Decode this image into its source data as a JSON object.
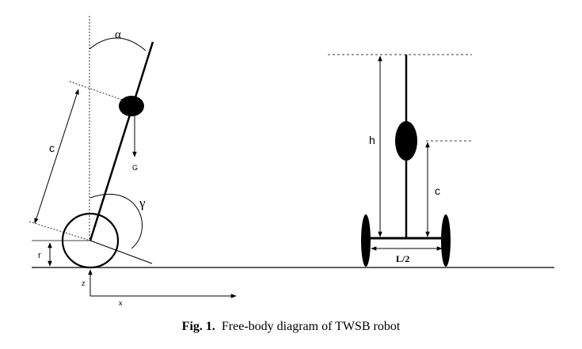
{
  "left_diagram": {
    "alpha_label": "α",
    "gamma_label": "γ",
    "c_label": "c",
    "g_label": "G",
    "r_label": "r",
    "z_label": "z",
    "x_label": "x"
  },
  "right_diagram": {
    "h_label": "h",
    "c_label": "c",
    "l_label": "L/2"
  },
  "caption": {
    "fig_label": "Fig. 1.",
    "text": "Free-body diagram of TWSB robot"
  }
}
